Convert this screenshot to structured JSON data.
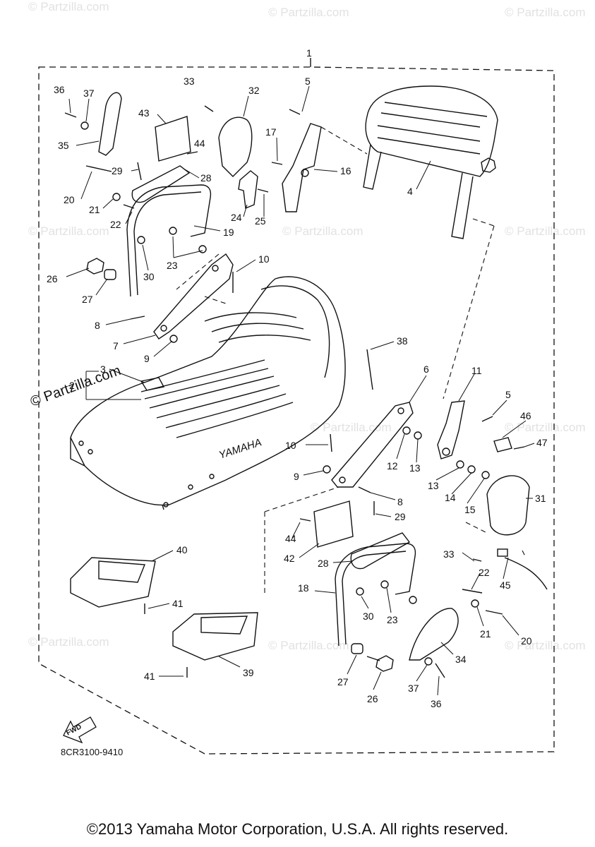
{
  "diagram": {
    "assembly_label": "1",
    "diagram_code": "8CR3100-9410",
    "fwd_label": "FWD",
    "seat_brand_text": "YAMAHA",
    "copyright": "©2013 Yamaha Motor Corporation, U.S.A. All rights reserved.",
    "watermark": "© Partzilla.com",
    "side_watermark": "© Partzilla.com",
    "callouts": [
      {
        "id": "c36a",
        "text": "36"
      },
      {
        "id": "c37a",
        "text": "37"
      },
      {
        "id": "c35",
        "text": "35"
      },
      {
        "id": "c33a",
        "text": "33"
      },
      {
        "id": "c32",
        "text": "32"
      },
      {
        "id": "c5a",
        "text": "5"
      },
      {
        "id": "c43",
        "text": "43"
      },
      {
        "id": "c44a",
        "text": "44"
      },
      {
        "id": "c17",
        "text": "17"
      },
      {
        "id": "c16",
        "text": "16"
      },
      {
        "id": "c4",
        "text": "4"
      },
      {
        "id": "c29a",
        "text": "29"
      },
      {
        "id": "c28a",
        "text": "28"
      },
      {
        "id": "c20a",
        "text": "20"
      },
      {
        "id": "c21a",
        "text": "21"
      },
      {
        "id": "c22a",
        "text": "22"
      },
      {
        "id": "c24",
        "text": "24"
      },
      {
        "id": "c25",
        "text": "25"
      },
      {
        "id": "c19",
        "text": "19"
      },
      {
        "id": "c23a",
        "text": "23"
      },
      {
        "id": "c30a",
        "text": "30"
      },
      {
        "id": "c26a",
        "text": "26"
      },
      {
        "id": "c27a",
        "text": "27"
      },
      {
        "id": "c10a",
        "text": "10"
      },
      {
        "id": "c8a",
        "text": "8"
      },
      {
        "id": "c7",
        "text": "7"
      },
      {
        "id": "c9a",
        "text": "9"
      },
      {
        "id": "c3",
        "text": "3"
      },
      {
        "id": "c2",
        "text": "2"
      },
      {
        "id": "c38",
        "text": "38"
      },
      {
        "id": "c6",
        "text": "6"
      },
      {
        "id": "c11",
        "text": "11"
      },
      {
        "id": "c5b",
        "text": "5"
      },
      {
        "id": "c46",
        "text": "46"
      },
      {
        "id": "c47",
        "text": "47"
      },
      {
        "id": "c10b",
        "text": "10"
      },
      {
        "id": "c12",
        "text": "12"
      },
      {
        "id": "c13a",
        "text": "13"
      },
      {
        "id": "c9b",
        "text": "9"
      },
      {
        "id": "c13b",
        "text": "13"
      },
      {
        "id": "c14",
        "text": "14"
      },
      {
        "id": "c15",
        "text": "15"
      },
      {
        "id": "c31",
        "text": "31"
      },
      {
        "id": "c8b",
        "text": "8"
      },
      {
        "id": "c29b",
        "text": "29"
      },
      {
        "id": "c44b",
        "text": "44"
      },
      {
        "id": "c42",
        "text": "42"
      },
      {
        "id": "c28b",
        "text": "28"
      },
      {
        "id": "c33b",
        "text": "33"
      },
      {
        "id": "c40",
        "text": "40"
      },
      {
        "id": "c18",
        "text": "18"
      },
      {
        "id": "c22b",
        "text": "22"
      },
      {
        "id": "c45",
        "text": "45"
      },
      {
        "id": "c41a",
        "text": "41"
      },
      {
        "id": "c30b",
        "text": "30"
      },
      {
        "id": "c23b",
        "text": "23"
      },
      {
        "id": "c21b",
        "text": "21"
      },
      {
        "id": "c20b",
        "text": "20"
      },
      {
        "id": "c34",
        "text": "34"
      },
      {
        "id": "c39",
        "text": "39"
      },
      {
        "id": "c41b",
        "text": "41"
      },
      {
        "id": "c27b",
        "text": "27"
      },
      {
        "id": "c26b",
        "text": "26"
      },
      {
        "id": "c37b",
        "text": "37"
      },
      {
        "id": "c36b",
        "text": "36"
      }
    ]
  }
}
